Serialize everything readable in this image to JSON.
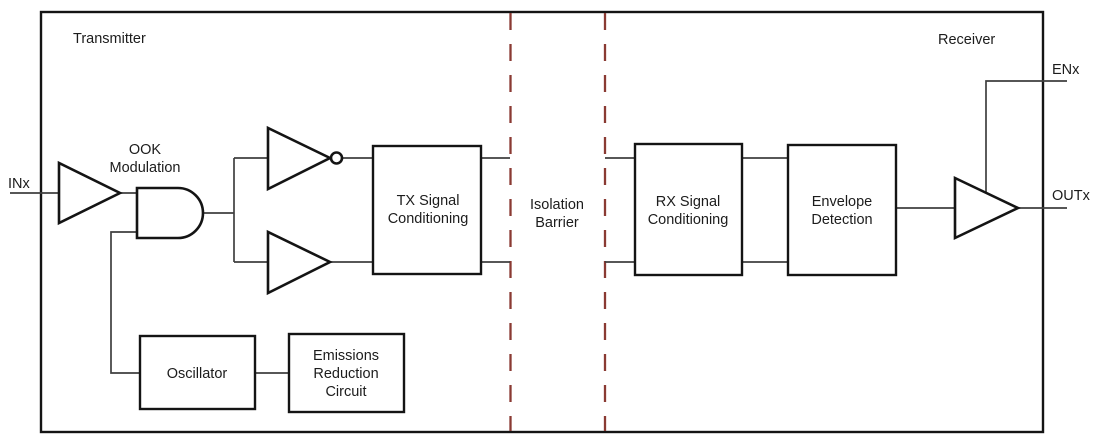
{
  "regions": {
    "transmitter": "Transmitter",
    "receiver": "Receiver"
  },
  "ports": {
    "input": "INx",
    "enable": "ENx",
    "output": "OUTx"
  },
  "annotations": {
    "ook_line1": "OOK",
    "ook_line2": "Modulation",
    "barrier_line1": "Isolation",
    "barrier_line2": "Barrier"
  },
  "blocks": {
    "tx_conditioning": {
      "line1": "TX Signal",
      "line2": "Conditioning"
    },
    "rx_conditioning": {
      "line1": "RX Signal",
      "line2": "Conditioning"
    },
    "envelope": {
      "line1": "Envelope",
      "line2": "Detection"
    },
    "oscillator": {
      "line1": "Oscillator"
    },
    "emissions": {
      "line1": "Emissions",
      "line2": "Reduction",
      "line3": "Circuit"
    }
  },
  "colors": {
    "barrier_dash": "#8a3a33",
    "wire": "#3f3f3f",
    "shape_stroke": "#141414",
    "background": "#ffffff"
  }
}
